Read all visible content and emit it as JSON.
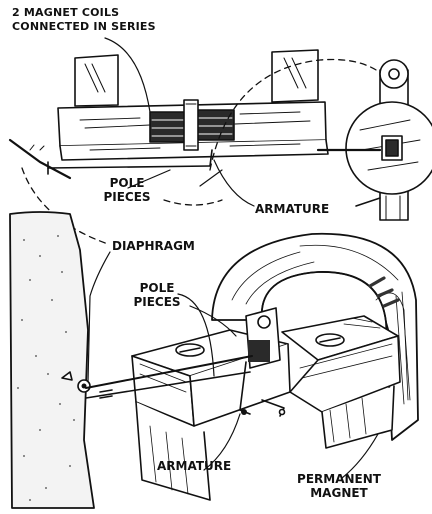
{
  "labels": {
    "coils": [
      "2 MAGNET COILS",
      "CONNECTED IN SERIES"
    ],
    "pole_pieces_top": [
      "POLE",
      "PIECES"
    ],
    "armature_top": "ARMATURE",
    "diaphragm": "DIAPHRAGM",
    "pole_pieces_bottom": [
      "POLE",
      "PIECES"
    ],
    "armature_bottom": "ARMATURE",
    "permanent_magnet": [
      "PERMANENT",
      "MAGNET"
    ]
  }
}
